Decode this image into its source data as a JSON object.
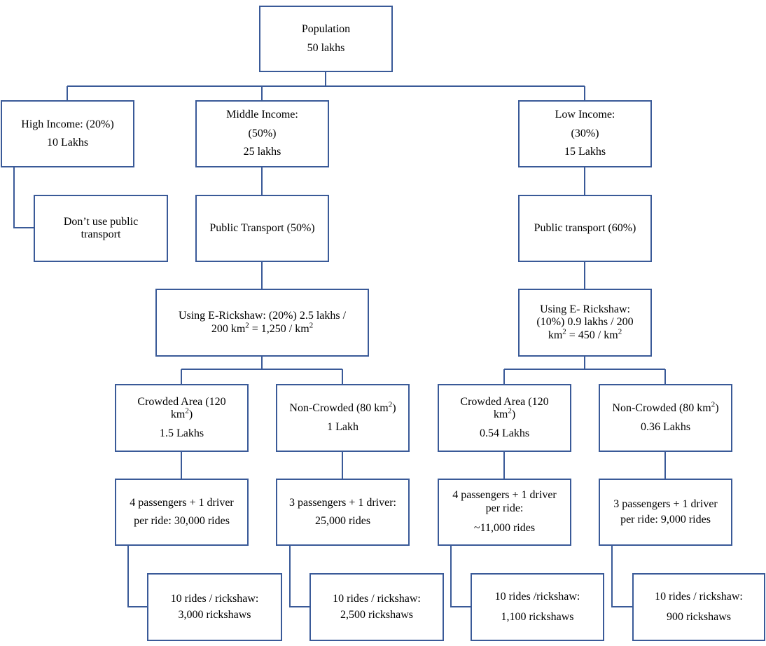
{
  "root": {
    "line1": "Population",
    "line2": "50 lakhs"
  },
  "high": {
    "line1": "High  Income: (20%)",
    "line2": "10 Lakhs",
    "note1": "Don’t use public",
    "note2": "transport"
  },
  "middle": {
    "line1": "Middle  Income:",
    "line2": "(50%)",
    "line3": "25 lakhs",
    "transport": "Public  Transport (50%)",
    "erick": {
      "line1": "Using  E-Rickshaw:  (20%)  2.5 lakhs /",
      "line2a": "200  km",
      "sup1": "2",
      "line2b": " = 1,250  /  km",
      "sup2": "2"
    },
    "crowded": {
      "line1": "Crowded Area  (120",
      "line2a": "km",
      "sup": "2",
      "line2b": ")",
      "line3": "1.5 Lakhs"
    },
    "noncrowded": {
      "line1a": "Non-Crowded (80 km",
      "sup": "2",
      "line1b": ")",
      "line2": "1 Lakh"
    },
    "rides_crowded": {
      "line1": "4 passengers + 1 driver",
      "line2": "per ride:  30,000 rides"
    },
    "rides_noncrowded": {
      "line1": "3 passengers + 1 driver:",
      "line2": "25,000 rides"
    },
    "rick_crowded": {
      "line1": "10  rides  /  rickshaw:",
      "line2": "3,000  rickshaws"
    },
    "rick_noncrowded": {
      "line1": "10  rides  /  rickshaw:",
      "line2": "2,500 rickshaws"
    }
  },
  "low": {
    "line1": "Low Income:",
    "line2": "(30%)",
    "line3": "15 Lakhs",
    "transport": "Public transport (60%)",
    "erick": {
      "line1": "Using  E-  Rickshaw:",
      "line2": "(10%)  0.9 lakhs  /  200",
      "line3a": "km",
      "sup1": "2",
      "line3b": " = 450  /  km",
      "sup2": "2"
    },
    "crowded": {
      "line1": "Crowded Area  (120",
      "line2a": "km",
      "sup": "2",
      "line2b": ")",
      "line3": "0.54 Lakhs"
    },
    "noncrowded": {
      "line1a": "Non-Crowded (80 km",
      "sup": "2",
      "line1b": ")",
      "line2": "0.36 Lakhs"
    },
    "rides_crowded": {
      "line1": "4 passengers + 1 driver",
      "line2": "per ride:",
      "line3": "~11,000 rides"
    },
    "rides_noncrowded": {
      "line1": "3 passengers + 1 driver",
      "line2": "per ride:  9,000 rides"
    },
    "rick_crowded": {
      "line1": "10  rides  /rickshaw:",
      "line2": "1,100  rickshaws"
    },
    "rick_noncrowded": {
      "line1": "10  rides  /  rickshaw:",
      "line2": "900  rickshaws"
    }
  },
  "colors": {
    "border": "#3a5a98",
    "text": "#000000",
    "background": "#ffffff"
  }
}
